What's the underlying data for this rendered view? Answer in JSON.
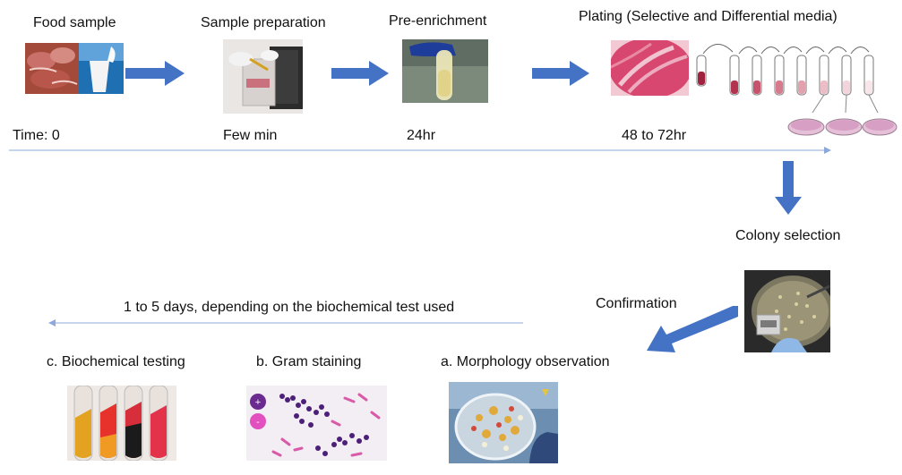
{
  "steps": {
    "food_sample": "Food sample",
    "sample_preparation": "Sample preparation",
    "pre_enrichment": "Pre-enrichment",
    "plating": "Plating (Selective and Differential media)",
    "colony_selection": "Colony selection",
    "confirmation": "Confirmation",
    "biochemical": "c. Biochemical testing",
    "gram": "b. Gram staining",
    "morphology": "a. Morphology observation"
  },
  "timeline": {
    "t0": "Time: 0",
    "t1": "Few min",
    "t2": "24hr",
    "t3": "48 to 72hr",
    "days": "1 to 5 days, depending on the biochemical test used"
  },
  "colors": {
    "arrow": "#4472c4",
    "timeline": "#8da9db"
  }
}
